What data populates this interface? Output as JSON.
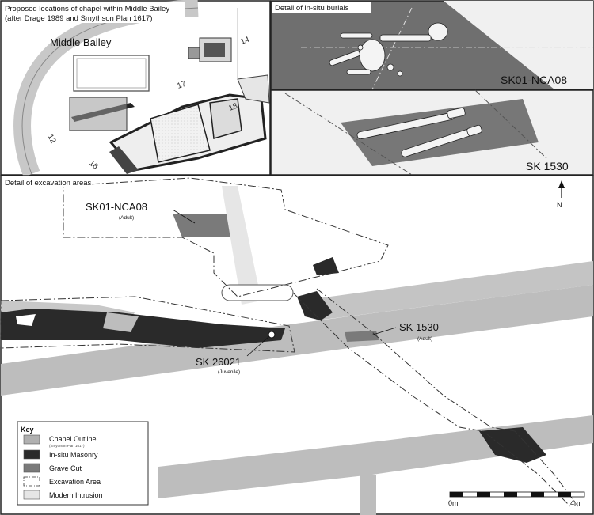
{
  "panels": {
    "plan": {
      "caption_line1": "Proposed locations of chapel within Middle Bailey",
      "caption_line2": "(after Drage 1989 and Smythson Plan 1617)",
      "area_label": "Middle Bailey",
      "numbers": [
        "14",
        "17",
        "18",
        "12",
        "16"
      ]
    },
    "burial_detail": {
      "caption": "Detail of in-situ burials",
      "label_top": "SK01-NCA08",
      "label_bottom": "SK 1530"
    },
    "excavation": {
      "caption": "Detail of excavation areas",
      "north_label": "N",
      "burials": [
        {
          "id": "SK01-NCA08",
          "age": "(Adult)"
        },
        {
          "id": "SK 1530",
          "age": "(Adult)"
        },
        {
          "id": "SK 26021",
          "age": "(Juvenile)"
        }
      ]
    }
  },
  "legend": {
    "title": "Key",
    "items": [
      {
        "label": "Chapel Outline",
        "sublabel": "(Smythson Plan 1617)",
        "fill": "#b0b0b0",
        "style": "solid"
      },
      {
        "label": "In-situ Masonry",
        "fill": "#2a2a2a",
        "style": "solid"
      },
      {
        "label": "Grave Cut",
        "fill": "#7a7a7a",
        "style": "solid"
      },
      {
        "label": "Excavation Area",
        "fill": "#ffffff",
        "style": "dashdot"
      },
      {
        "label": "Modern Intrusion",
        "fill": "#e6e6e6",
        "style": "solid"
      }
    ]
  },
  "scale_bar": {
    "start": "0m",
    "end": "4m"
  },
  "colors": {
    "chapel_outline": "#b0b0b0",
    "masonry": "#2a2a2a",
    "grave_cut": "#7a7a7a",
    "modern_intrusion": "#e6e6e6",
    "background": "#ffffff"
  }
}
